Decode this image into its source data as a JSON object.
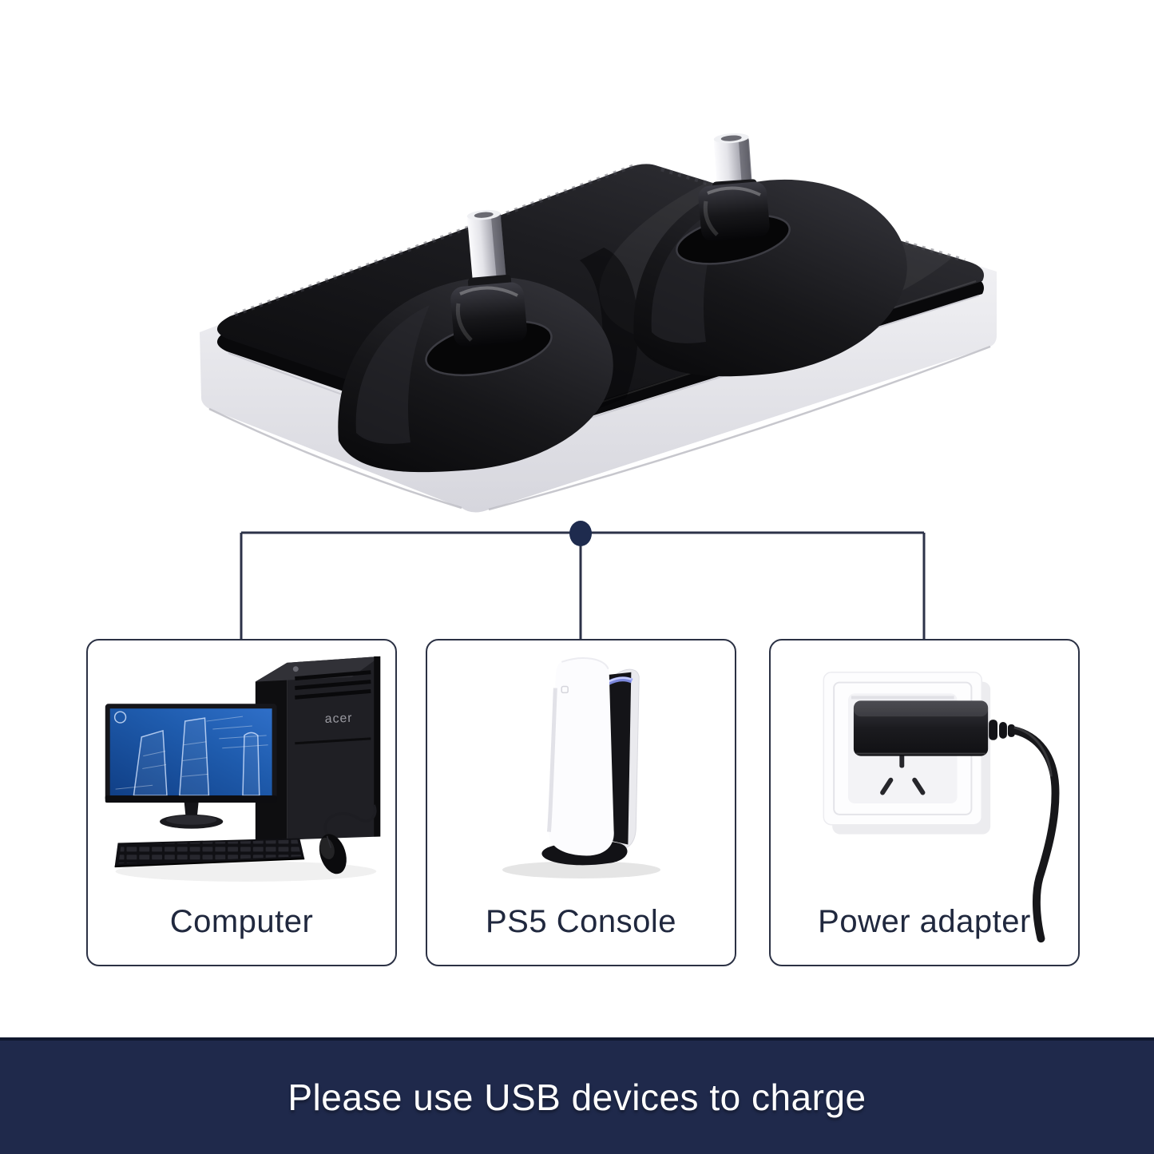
{
  "hero": {
    "illustration": "dual-usb-c-charging-dock"
  },
  "junction": {
    "icon": "junction-dot-icon"
  },
  "targets": [
    {
      "label": "Computer",
      "illustration": "desktop-computer-illustration",
      "brand": "acer"
    },
    {
      "label": "PS5 Console",
      "illustration": "ps5-console-illustration"
    },
    {
      "label": "Power adapter",
      "illustration": "power-adapter-outlet-illustration"
    }
  ],
  "banner": {
    "text": "Please use USB devices to charge"
  },
  "colors": {
    "banner_background": "#1f294b",
    "connector_line": "#2c3248",
    "junction_dot": "#1e2b4e",
    "label_text": "#20283e",
    "banner_text": "#ffffff"
  }
}
